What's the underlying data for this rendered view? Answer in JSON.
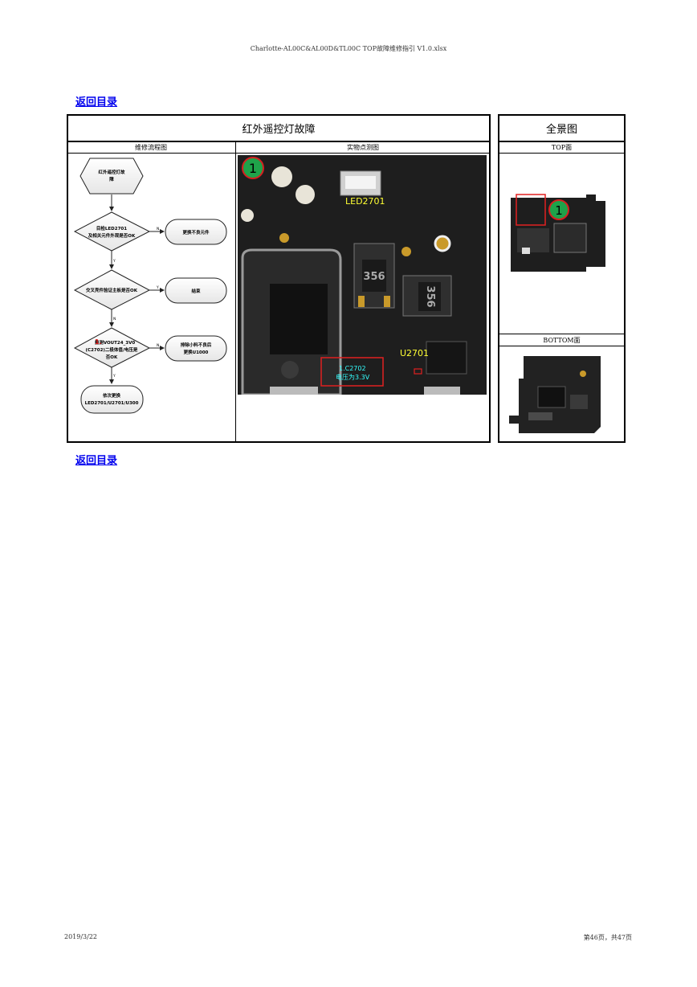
{
  "header": {
    "file_title": "Charlotte-AL00C&AL00D&TL00C TOP故障维修指引 V1.0.xlsx"
  },
  "nav": {
    "back_link_top": "返回目录",
    "back_link_bottom": "返回目录"
  },
  "table": {
    "fault_title": "红外遥控灯故障",
    "panorama_title": "全景图",
    "flow_header": "维修流程图",
    "photo_header": "实物点测图",
    "top_header": "TOP面",
    "bottom_header": "BOTTOM面"
  },
  "flowchart": {
    "start_line1": "红外遥控灯故",
    "start_line2": "障",
    "d1_line1": "目检LED2701",
    "d1_line2": "及相关元件外观是否OK",
    "r1": "更换不良元件",
    "d2": "交叉壳件验证主板是否OK",
    "r2": "结束",
    "d3_num": "1.",
    "d3_line1": "量测VOUT24_3V0",
    "d3_line2": "(C2702)二极体值/电压是",
    "d3_line3": "否OK",
    "r3_line1": "排除小料不良后",
    "r3_line2": "更换U1000",
    "end_line1": "依次更换",
    "end_line2": "LED2701/U2701/U300",
    "label_n": "N",
    "label_y": "Y"
  },
  "photo": {
    "marker": "1",
    "led_label": "LED2701",
    "u_label": "U2701",
    "c_label_1": "1.C2702",
    "c_label_2": "电压为3.3V",
    "chip1": "356",
    "chip2": "356"
  },
  "top_view": {
    "marker": "1"
  },
  "footer": {
    "date": "2019/3/22",
    "page": "第46页，共47页"
  },
  "colors": {
    "link": "#0000ee",
    "marker_green": "#1fa34a",
    "marker_border": "#d62020",
    "pcb": "#1e1e1e",
    "highlight_red": "#e02020",
    "label_yellow": "#ffff33",
    "label_cyan": "#33ffff"
  }
}
